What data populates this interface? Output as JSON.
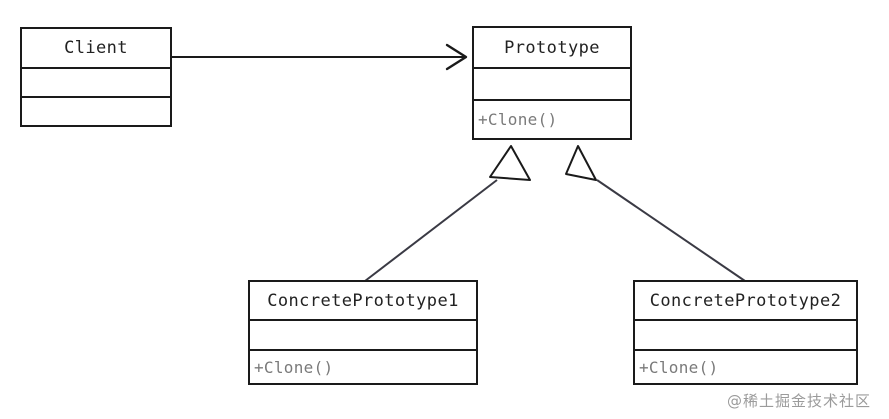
{
  "diagram": {
    "kind": "uml-class-diagram",
    "pattern": "Prototype",
    "background": "#ffffff",
    "line_color": "#1a1a1a",
    "title_text_color": "#222222",
    "operation_text_color": "#7a7a7a"
  },
  "classes": {
    "client": {
      "name": "Client",
      "attributes": "",
      "operations": ""
    },
    "prototype": {
      "name": "Prototype",
      "attributes": "",
      "operations": "+Clone()"
    },
    "concrete1": {
      "name": "ConcretePrototype1",
      "attributes": "",
      "operations": "+Clone()"
    },
    "concrete2": {
      "name": "ConcretePrototype2",
      "attributes": "",
      "operations": "+Clone()"
    }
  },
  "relations": [
    {
      "id": "client-to-prototype",
      "type": "association",
      "arrowhead": "open-arrow",
      "from": "Client",
      "to": "Prototype",
      "label": ""
    },
    {
      "id": "concrete1-to-prototype",
      "type": "generalization",
      "arrowhead": "hollow-triangle",
      "from": "ConcretePrototype1",
      "to": "Prototype",
      "label": ""
    },
    {
      "id": "concrete2-to-prototype",
      "type": "generalization",
      "arrowhead": "hollow-triangle",
      "from": "ConcretePrototype2",
      "to": "Prototype",
      "label": ""
    }
  ],
  "watermark": {
    "text": "@稀土掘金技术社区",
    "color": "#9b9b9b"
  }
}
